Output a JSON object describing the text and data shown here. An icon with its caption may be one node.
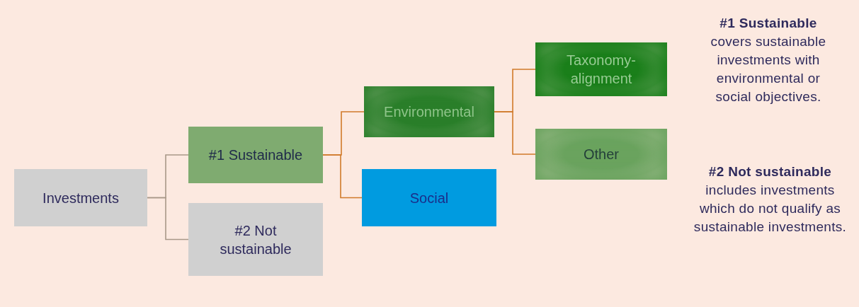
{
  "diagram": {
    "nodes": [
      {
        "text": [
          "Investments"
        ]
      },
      {
        "text": [
          "#1 Sustainable"
        ]
      },
      {
        "text": [
          "#2 Not sustainable"
        ]
      },
      {
        "text": [
          "Environmental"
        ]
      },
      {
        "text": [
          "Social"
        ]
      },
      {
        "text": [
          "Taxonomy-alignment"
        ]
      },
      {
        "text": [
          "Other"
        ]
      }
    ],
    "edges": [
      {
        "from": 0,
        "to": 1,
        "arrow": "none",
        "color": "#a89888"
      },
      {
        "from": 0,
        "to": 2,
        "arrow": "none",
        "color": "#a89888"
      },
      {
        "from": 1,
        "to": 3,
        "arrow": "none"
      },
      {
        "from": 1,
        "to": 4,
        "arrow": "none"
      },
      {
        "from": 3,
        "to": 5,
        "arrow": "none"
      },
      {
        "from": 3,
        "to": 6,
        "arrow": "none"
      }
    ],
    "labels": [
      "**#1 Sustainable** covers sustainable investments with environmental or social objectives.",
      "**#2 Not sustainable** includes investments which do not qualify as sustainable investments."
    ]
  }
}
